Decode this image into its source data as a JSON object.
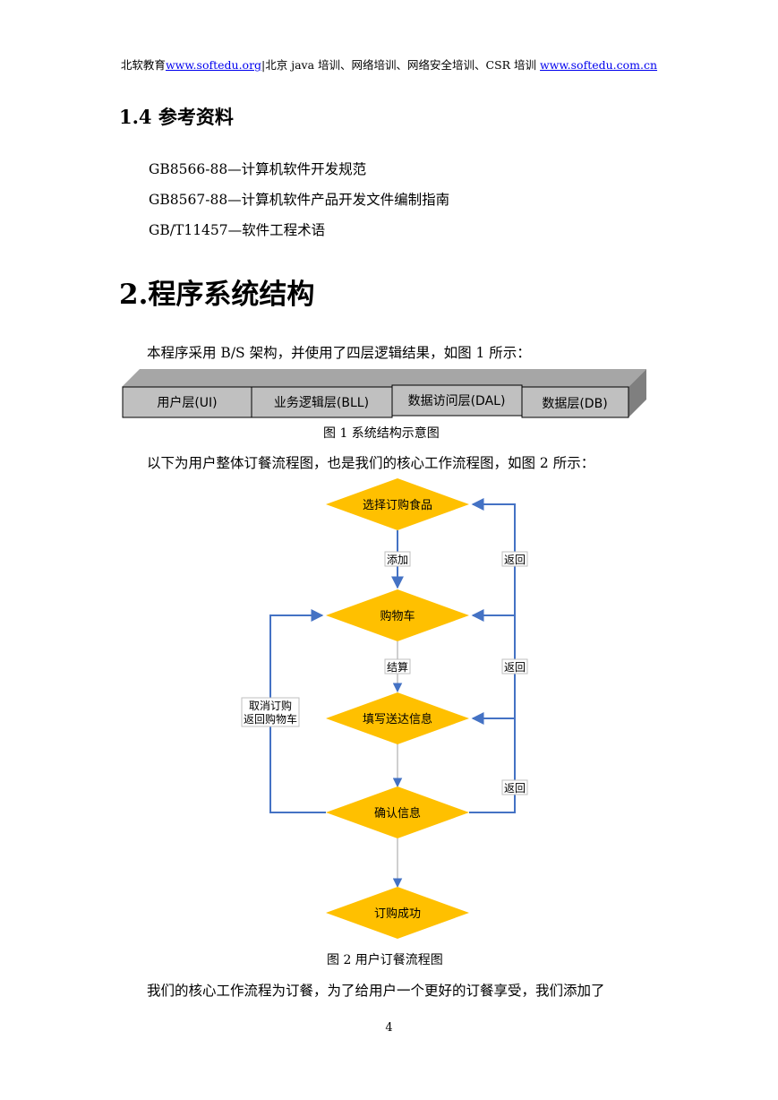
{
  "header": {
    "prefix": "北软教育",
    "link1": "www.softedu.org",
    "middle": "|北京 java 培训、网络培训、网络安全培训、CSR 培训",
    "link2": "www.softedu.com.cn"
  },
  "section_1_4": {
    "heading": "1.4 参考资料",
    "refs": [
      "GB8566-88—计算机软件开发规范",
      "GB8567-88—计算机软件产品开发文件编制指南",
      "GB/T11457—软件工程术语"
    ]
  },
  "section_2": {
    "heading": "2.程序系统结构",
    "intro": "本程序采用 B/S 架构，并使用了四层逻辑结果，如图 1 所示：",
    "fig1": {
      "layers": [
        "用户层(UI)",
        "业务逻辑层(BLL)",
        "数据访问层(DAL)",
        "数据层(DB)"
      ],
      "caption": "图 1    系统结构示意图"
    },
    "flow_intro": "以下为用户整体订餐流程图，也是我们的核心工作流程图，如图 2 所示：",
    "fig2": {
      "nodes": [
        "选择订购食品",
        "购物车",
        "填写送达信息",
        "确认信息",
        "订购成功"
      ],
      "edge_labels": {
        "add": "添加",
        "checkout": "结算",
        "back1": "返回",
        "back2": "返回",
        "back3": "返回",
        "cancel_line1": "取消订购",
        "cancel_line2": "返回购物车"
      },
      "caption": "图 2  用户订餐流程图"
    },
    "closing": "我们的核心工作流程为订餐，为了给用户一个更好的订餐享受，我们添加了"
  },
  "page_number": "4",
  "colors": {
    "diamond_fill": "#ffc000",
    "arrow": "#4472c4",
    "layer_fill": "#c0c0c0",
    "layer_top": "#a6a6a6",
    "layer_side": "#7f7f7f"
  }
}
